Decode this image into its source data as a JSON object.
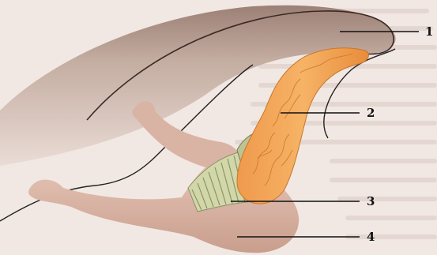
{
  "callouts": [
    {
      "number": "1",
      "target": "outer-membrane"
    },
    {
      "number": "2",
      "target": "orange-gland"
    },
    {
      "number": "3",
      "target": "striated-band"
    },
    {
      "number": "4",
      "target": "base-tissue"
    }
  ],
  "colors": {
    "background": "#f1e8e3",
    "paper_text": "#d9ccc5",
    "membrane": "#c9b0a3",
    "membrane_light": "#e6d8d0",
    "gland": "#f3a356",
    "gland_dark": "#d77e2c",
    "band": "#c9d2a3",
    "tissue": "#d9b7a9",
    "line": "#111111"
  }
}
